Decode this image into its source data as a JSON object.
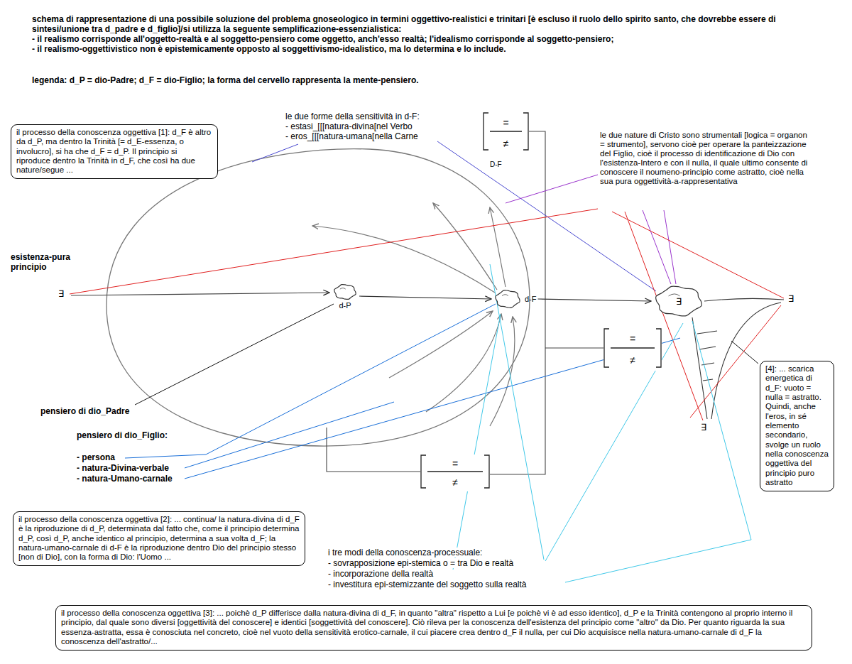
{
  "diagram": {
    "title": "schema di rappresentazione di una possibile soluzione del problema gnoseologico in termini oggettivo-realistici e trinitari [è escluso il ruolo dello spirito santo, che dovrebbe essere di sintesi/unione tra d_padre e d_figlio]/si utilizza la seguente semplificazione-essenzialistica:",
    "nodes": [
      {
        "text": [
          "il processo della conoscenza oggettiva [1]: d_F è altro da d_P, ma dentro la Trinità [= d_E-essenza, o involucro], si ha che d_F = d_P. Il principio si riproduce dentro la Trinità in d_F, che così ha due nature/segue ..."
        ]
      },
      {
        "text": [
          "=",
          "≠"
        ]
      },
      {
        "text": [
          "d-P"
        ]
      },
      {
        "text": [
          "d-F"
        ]
      },
      {
        "text": [
          "∃"
        ]
      },
      {
        "text": [
          "=",
          "≠"
        ]
      },
      {
        "text": [
          "[4]: ... scarica energetica di d_F: vuoto = nulla = astratto. Quindi, anche l'eros, in sé elemento secondario, svolge un ruolo nella conoscenza oggettiva del principio puro astratto"
        ]
      },
      {
        "text": [
          "=",
          "≠"
        ]
      },
      {
        "text": [
          "il processo della conoscenza oggettiva [2]: ... continua/ la natura-divina di d_F è la riproduzione di d_P, determinata dal fatto che, come il principio determina d_P, così d_P, anche identico al principio, determina a sua volta d_F; la natura-umano-carnale di d-F è la riproduzione dentro Dio del principio stesso [non di Dio], con la forma di Dio: l'Uomo ..."
        ]
      },
      {
        "text": [
          "il processo della conoscenza oggettiva [3]: ... poichè d_P differisce dalla natura-divina di d_F, in quanto \"altra\" rispetto a Lui [e poichè vi è ad esso identico], d_P e la Trinità contengono al proprio interno il principio, dal quale sono diversi [oggettività del conoscere] e identici [soggettività del conoscere]. Ciò rileva per la conoscenza dell'esistenza del principio come \"altro\" da Dio. Per quanto riguarda la sua essenza-astratta, essa è conosciuta nel concreto, cioè nel vuoto della sensitività erotico-carnale, il cui piacere crea dentro d_F il nulla, per cui Dio acquisisce nella natura-umano-carnale di d_F la conoscenza dell'astratto/..."
        ]
      }
    ],
    "edges": [
      {
        "from": 2,
        "to": 3,
        "arrow": "to"
      },
      {
        "from": 3,
        "to": 4,
        "arrow": "to"
      }
    ],
    "labels": [
      "- il realismo corrisponde all'oggetto-realtà e al soggetto-pensiero come oggetto, anch'esso realtà; l'idealismo corrisponde al soggetto-pensiero;",
      "- il realismo-oggettivistico non è epistemicamente opposto al soggettivismo-idealistico, ma lo determina e lo include.",
      "legenda: d_P = dio-Padre; d_F = dio-Figlio; la forma del cervello rappresenta la mente-pensiero.",
      "le due forme della sensitività in d-F:",
      "- estasi_[[[natura-divina[nel Verbo",
      "- eros_[[[natura-umana[nella Carne",
      "D-F",
      "le due nature di Cristo sono strumentali [logica = organon = strumento], servono cioè per operare la panteizzazione del Figlio, cioè il processo di identificazione di Dio con l'esistenza-Intero e con il nulla, il quale ultimo consente di conoscere il noumeno-principio come astratto, cioè nella sua pura oggettività-a-rappresentativa",
      "esistenza-pura principio",
      "∃",
      "∃",
      "∃",
      "pensiero di dio_Padre",
      "pensiero di dio_Figlio:",
      "- persona",
      "- natura-Divina-verbale",
      "- natura-Umano-carnale",
      "i tre modi della conoscenza-processuale:",
      "- sovrapposizione epi-stemica o = tra Dio e realtà",
      "- incorporazione della realtà",
      "- investitura epi-stemizzante del soggetto sulla realtà"
    ]
  }
}
